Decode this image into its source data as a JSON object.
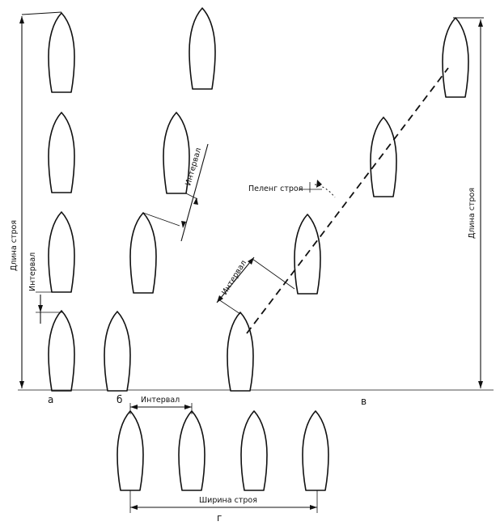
{
  "labels": {
    "length_left": "Длина строя",
    "length_right": "Длина строя",
    "interval_a": "Интервал",
    "interval_b": "Интервал",
    "interval_v": "Интервал",
    "interval_g": "Интервал",
    "bearing": "Пеленг строя",
    "width": "Ширина строя",
    "letter_a": "а",
    "letter_b": "б",
    "letter_v": "в",
    "letter_g": "г"
  }
}
